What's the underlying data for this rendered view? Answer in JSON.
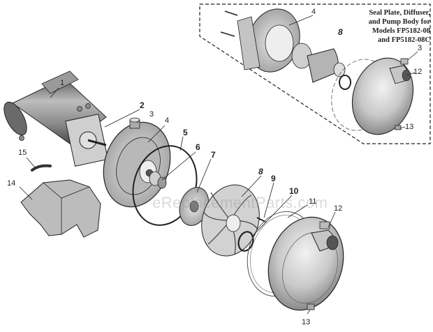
{
  "inset": {
    "caption": [
      "Seal Plate, Diffuser,",
      "and Pump Body for",
      "Models FP5182-08",
      "and FP5182-08C"
    ]
  },
  "callouts": {
    "c1": "1",
    "c2": "2",
    "c3": "3",
    "c4": "4",
    "c5": "5",
    "c6": "6",
    "c7": "7",
    "c8": "8",
    "c9": "9",
    "c10": "10",
    "c11": "11",
    "c12": "12",
    "c13": "13",
    "c14": "14",
    "c15": "15",
    "inset_c4": "4",
    "inset_c8": "8",
    "inset_c3": "3",
    "inset_c12": "12",
    "inset_c13": "13"
  },
  "watermark": "eReplacementParts.com",
  "colors": {
    "line": "#222222",
    "part_fill": "#d6d6d6",
    "part_dark": "#7a7a7a",
    "motor": "#888888"
  }
}
